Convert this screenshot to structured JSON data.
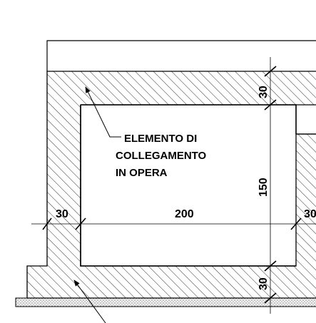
{
  "drawing": {
    "labels": {
      "element_line1": "ELEMENTO DI",
      "element_line2": "COLLEGAMENTO",
      "element_line3": "IN OPERA"
    },
    "dimensions": {
      "top_thickness": "30",
      "bottom_thickness": "30",
      "left_wall": "30",
      "right_wall": "30",
      "inner_width": "200",
      "inner_height": "150"
    },
    "colors": {
      "line": "#000000",
      "background": "#ffffff",
      "ground": "#f0f0f0"
    }
  }
}
